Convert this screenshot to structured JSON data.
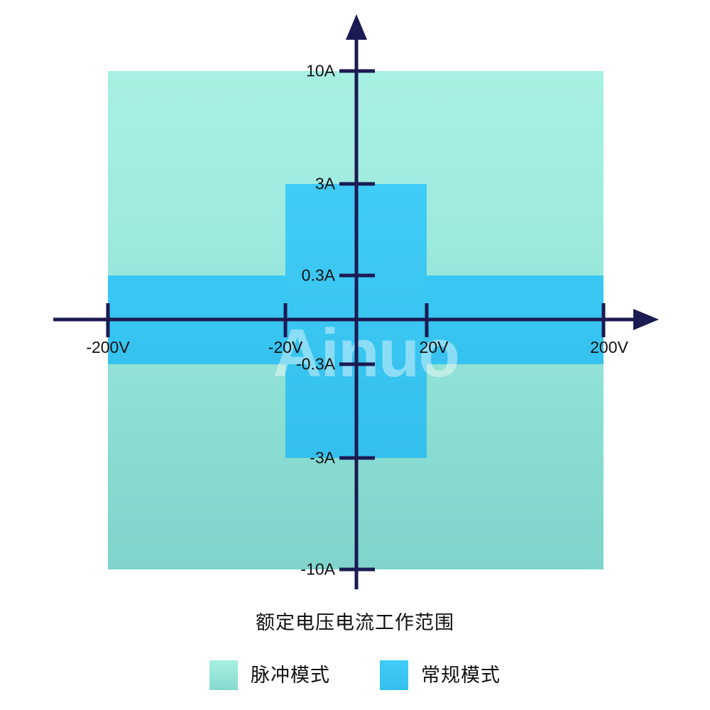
{
  "chart_data": {
    "type": "area",
    "title": "额定电压电流工作范围",
    "xlabel": "",
    "ylabel": "",
    "xlim": [
      -260,
      260
    ],
    "ylim": [
      -13,
      13
    ],
    "grid": false,
    "legend_position": "bottom",
    "x_ticks": [
      {
        "label": "-200V",
        "value": -200
      },
      {
        "label": "-20V",
        "value": -20
      },
      {
        "label": "20V",
        "value": 20
      },
      {
        "label": "200V",
        "value": 200
      }
    ],
    "y_ticks": [
      {
        "label": "10A",
        "value": 10
      },
      {
        "label": "3A",
        "value": 3
      },
      {
        "label": "0.3A",
        "value": 0.3
      },
      {
        "label": "-0.3A",
        "value": -0.3
      },
      {
        "label": "-3A",
        "value": -3
      },
      {
        "label": "-10A",
        "value": -10
      }
    ],
    "series": [
      {
        "name": "脉冲模式",
        "color": "#9FEBDF",
        "regions": [
          {
            "x_range": [
              -200,
              200
            ],
            "y_range": [
              -10,
              10
            ]
          }
        ]
      },
      {
        "name": "常规模式",
        "color": "#3BC7F2",
        "regions": [
          {
            "x_range": [
              -200,
              200
            ],
            "y_range": [
              -0.3,
              0.3
            ]
          },
          {
            "x_range": [
              -20,
              20
            ],
            "y_range": [
              -3,
              3
            ]
          }
        ]
      }
    ],
    "annotations": [
      {
        "name": "watermark",
        "text": "Ainuo"
      }
    ]
  },
  "axes": {
    "y_axis_arrow": "up-arrow-icon",
    "x_axis_arrow": "right-arrow-icon",
    "axis_color": "#1C1A52"
  },
  "title": {
    "text": "额定电压电流工作范围"
  },
  "legend": {
    "items": [
      {
        "label": "脉冲模式",
        "color": "#9FEBDF"
      },
      {
        "label": "常规模式",
        "color": "#3BC7F2"
      }
    ]
  },
  "watermark": {
    "text": "Ainuo"
  },
  "ticks": {
    "y": {
      "t10A": "10A",
      "t3A": "3A",
      "t03A": "0.3A",
      "tm03A": "-0.3A",
      "tm3A": "-3A",
      "tm10A": "-10A"
    },
    "x": {
      "tm200V": "-200V",
      "tm20V": "-20V",
      "t20V": "20V",
      "t200V": "200V"
    }
  }
}
